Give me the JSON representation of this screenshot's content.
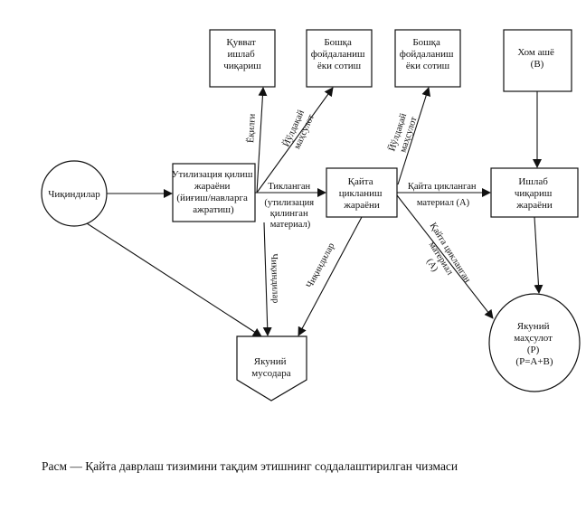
{
  "nodes": {
    "waste": [
      "Чиқиндилар"
    ],
    "utilization": [
      "Утилизация қилиш",
      "жараёни",
      "(йиғиш/навларга",
      "ажратиш)"
    ],
    "power": [
      "Қувват",
      "ишлаб",
      "чиқариш"
    ],
    "reuse1": [
      "Бошқа",
      "фойдаланиш",
      "ёки сотиш"
    ],
    "reuse2": [
      "Бошқа",
      "фойдаланиш",
      "ёки сотиш"
    ],
    "recycling": [
      "Қайта",
      "цикланиш",
      "жараёни"
    ],
    "raw": [
      "Хом ашё",
      "(В)"
    ],
    "production": [
      "Ишлаб",
      "чиқариш",
      "жараёни"
    ],
    "final_product": [
      "Якуний",
      "маҳсулот",
      "(Р)",
      "(Р=А+В)"
    ],
    "final_landfill": [
      "Якуний",
      "мусодара"
    ]
  },
  "edges": {
    "burning": [
      "Ёқилғи"
    ],
    "useful1": [
      "Йўлдақай",
      "маҳсулот"
    ],
    "useful2": [
      "Йўлдақай",
      "маҳсулот"
    ],
    "sorted": [
      "Тикланган",
      "(утилизация",
      "қилинган",
      "материал)"
    ],
    "recycled_a": [
      "Қайта цикланган",
      "материал (А)"
    ],
    "recycled_diag": [
      "Қайта цикланган",
      "материал",
      "(А)"
    ],
    "waste_down": [
      "Чиқиндилар"
    ],
    "waste_diag": [
      "Чиқиндилар"
    ]
  },
  "caption": "Расм — Қайта даврлаш тизимини тақдим этишнинг соддалаштирилган чизмаси"
}
